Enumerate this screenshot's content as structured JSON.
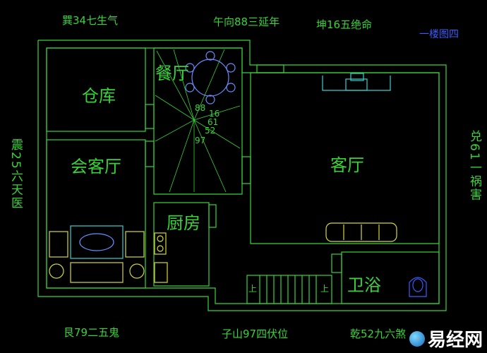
{
  "directions": {
    "top_left": "巽34七生气",
    "top_center": "午向88三延年",
    "top_right": "坤16五绝命",
    "bottom_left": "艮79二五鬼",
    "bottom_center": "子山97四伏位",
    "bottom_right": "乾52九六煞",
    "left_side": "震25六天医",
    "right_side": "兑61一祸害"
  },
  "plan_title": "一楼图四",
  "rooms": {
    "storage": "仓库",
    "dining": "餐厅",
    "living": "客厅",
    "reception": "会客厅",
    "kitchen": "厨房",
    "bathroom": "卫浴"
  },
  "compass_numbers": [
    "88",
    "16",
    "61",
    "52",
    "97"
  ],
  "stair_marks": {
    "left": "上",
    "right": "上"
  },
  "watermark": "易经网",
  "colors": {
    "background": "#000000",
    "wall": "#37d437",
    "text": "#37d437",
    "title": "#3a5cff"
  }
}
